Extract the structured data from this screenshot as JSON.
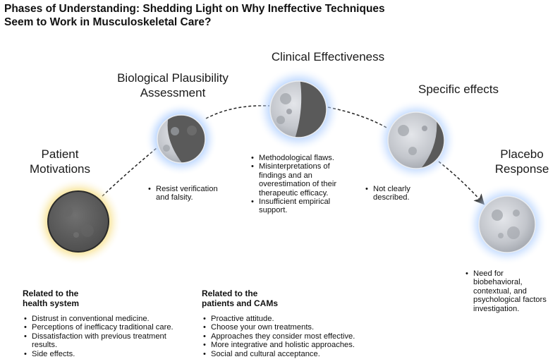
{
  "title": {
    "line1": "Phases of Understanding: Shedding Light on Why Ineffective Techniques",
    "line2": "Seem to Work in Musculoskeletal Care?"
  },
  "phases": [
    {
      "label_lines": [
        "Patient",
        "Motivations"
      ],
      "icon": "full-shadowed-moon",
      "glow_color": "#f4d35e"
    },
    {
      "label_lines": [
        "Biological Plausibility",
        "Assessment"
      ],
      "icon": "waxing-moon",
      "glow_color": "#9ec7ff",
      "bullets": [
        "Resist verification",
        "and falsity."
      ]
    },
    {
      "label_lines": [
        "Clinical Effectiveness"
      ],
      "icon": "half-moon",
      "glow_color": "#9ec7ff",
      "bullets": [
        [
          "Methodological flaws."
        ],
        [
          "Misinterpretations of",
          "findings and an",
          "overestimation of their",
          "therapeutic efficacy."
        ],
        [
          "Insufficient empirical",
          "support."
        ]
      ]
    },
    {
      "label_lines": [
        "Specific effects"
      ],
      "icon": "waning-moon",
      "glow_color": "#9ec7ff",
      "bullets": [
        "Not clearly",
        "described."
      ]
    },
    {
      "label_lines": [
        "Placebo",
        "Response"
      ],
      "icon": "full-moon",
      "glow_color": "#9ec7ff",
      "bullets": [
        "Need for",
        "biobehavioral,",
        "contextual, and",
        "psychological factors",
        "investigation."
      ]
    }
  ],
  "health_system": {
    "heading_lines": [
      "Related to the",
      "health system"
    ],
    "items": [
      [
        "Distrust in conventional medicine."
      ],
      [
        "Perceptions of inefficacy traditional care."
      ],
      [
        "Dissatisfaction with previous treatment",
        "results."
      ],
      [
        "Side effects."
      ]
    ]
  },
  "patients_cams": {
    "heading_lines": [
      "Related to the",
      "patients and CAMs"
    ],
    "items": [
      "Proactive attitude.",
      "Choose your own treatments.",
      "Approaches they consider most effective.",
      "More integrative and holistic approaches.",
      "Social and cultural acceptance."
    ]
  },
  "colors": {
    "moon_dark": "#5c5c5c",
    "moon_light": "#c9ccd1",
    "arrow": "#222222"
  }
}
